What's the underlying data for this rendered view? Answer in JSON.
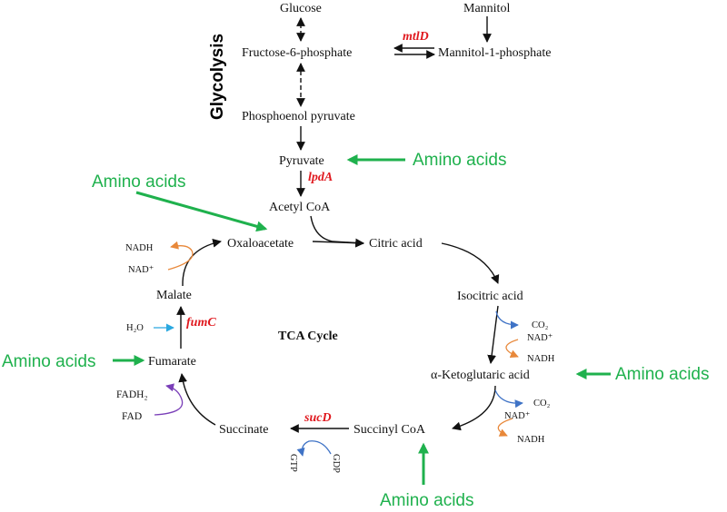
{
  "nodes": {
    "glucose": "Glucose",
    "mannitol": "Mannitol",
    "f6p": "Fructose-6-phosphate",
    "m1p": "Mannitol-1-phosphate",
    "pep": "Phosphoenol pyruvate",
    "pyruvate": "Pyruvate",
    "acetyl_coa": "Acetyl CoA",
    "oxaloacetate": "Oxaloacetate",
    "citric_acid": "Citric acid",
    "isocitric_acid": "Isocitric acid",
    "akg": "α-Ketoglutaric acid",
    "succinyl_coa": "Succinyl CoA",
    "succinate": "Succinate",
    "fumarate": "Fumarate",
    "malate": "Malate"
  },
  "genes": {
    "mtld": "mtlD",
    "lpda": "lpdA",
    "fumc": "fumC",
    "sucd": "sucD"
  },
  "cofactors": {
    "nadh_top": "NADH",
    "nad_top": "NAD⁺",
    "h2o": "H₂O",
    "co2_iso": "CO₂",
    "nad_iso": "NAD⁺",
    "nadh_iso": "NADH",
    "co2_akg": "CO₂",
    "nad_akg": "NAD⁺",
    "nadh_akg": "NADH",
    "fadh2": "FADH₂",
    "fad": "FAD",
    "gtp": "GTP",
    "gdp": "GDP"
  },
  "labels": {
    "glycolysis": "Glycolysis",
    "tca_cycle": "TCA Cycle",
    "amino_acids_pyruvate": "Amino acids",
    "amino_acids_oxaloacetate": "Amino acids",
    "amino_acids_fumarate": "Amino acids",
    "amino_acids_akg": "Amino acids",
    "amino_acids_succinyl": "Amino acids"
  },
  "colors": {
    "gene_red": "#e0191f",
    "amino_acid_green": "#1fb14d",
    "nad_orange": "#e8883a",
    "co2_blue": "#3f73c6",
    "water_cyan": "#2aa8e0",
    "fad_purple": "#7a3fb8"
  }
}
